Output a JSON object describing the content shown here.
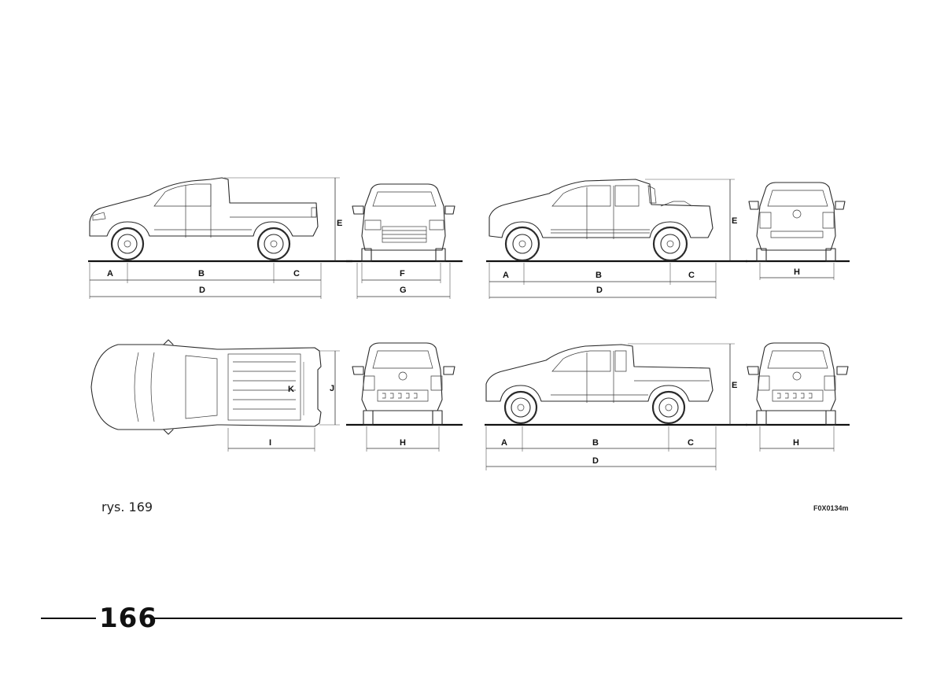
{
  "figure": {
    "caption": "rys. 169",
    "code": "F0X0134m",
    "page_number": "166"
  },
  "dimension_labels": {
    "a": "A",
    "b": "B",
    "c": "C",
    "d": "D",
    "e": "E",
    "f": "F",
    "g": "G",
    "h": "H",
    "i": "I",
    "j": "J",
    "k": "K"
  },
  "colors": {
    "line": "#2a2a2a",
    "background": "#ffffff"
  }
}
